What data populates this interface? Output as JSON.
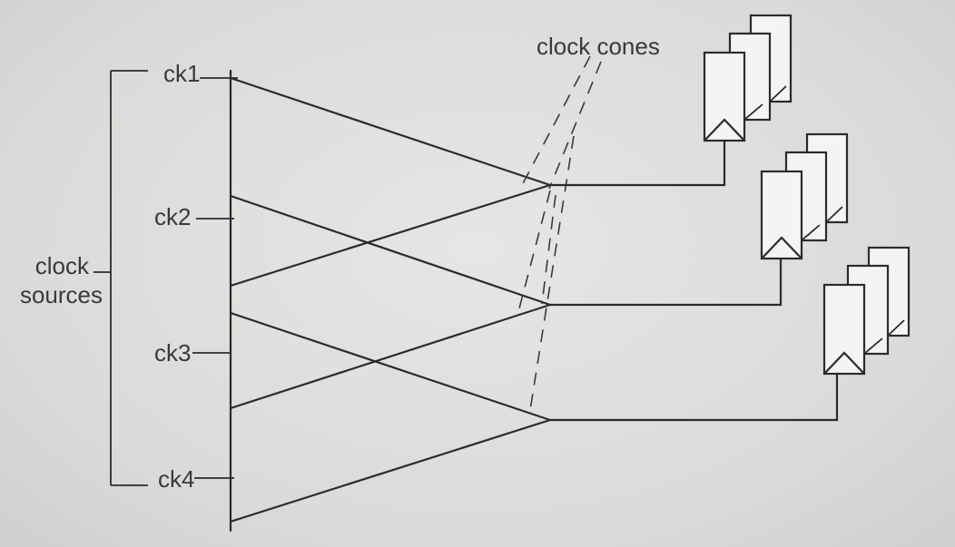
{
  "labels": {
    "clock_sources": [
      "clock",
      "sources"
    ],
    "clock_names": [
      "ck1",
      "ck2",
      "ck3",
      "ck4"
    ],
    "clock_cones": "clock cones"
  },
  "icons": {
    "flip_flop": "flip-flop-register-icon"
  },
  "colors": {
    "line": "#2b2b2b",
    "background": "#dcdcda",
    "register_fill": "#f4f4f2"
  }
}
